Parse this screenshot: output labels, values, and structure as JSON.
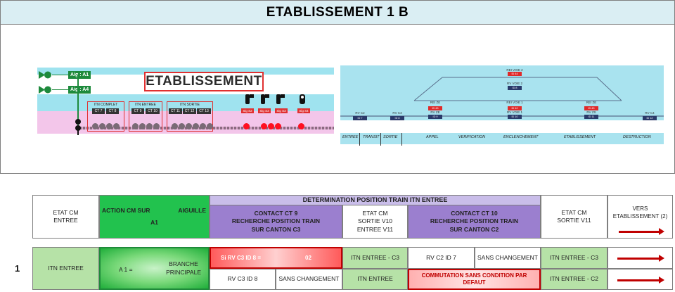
{
  "header": {
    "title": "ETABLISSEMENT  1 B"
  },
  "left_diagram": {
    "banner": "ETABLISSEMENT",
    "aiguilles": [
      "Aig : A1",
      "Aig : A4"
    ],
    "itn_groups": [
      {
        "label": "ITN COMPLET",
        "cantons": [
          "CT 7",
          "CT 8"
        ]
      },
      {
        "label": "ITN ENTREE",
        "cantons": [
          "CT 9",
          "CT 10"
        ]
      },
      {
        "label": "ITN SORTIE",
        "cantons": [
          "CT 11",
          "CT 12",
          "CT 13"
        ]
      }
    ],
    "signals": [
      "Sig S2",
      "Sig S3",
      "Sig S3",
      "Sig S4"
    ]
  },
  "right_diagram": {
    "top_labels": [
      {
        "name": "REI VOIE 2",
        "id": "ID 44",
        "type": "rei"
      },
      {
        "name": "RV VOIE 2",
        "id": "ID 8",
        "type": "rv"
      }
    ],
    "rei_labels": [
      {
        "name": "REI ZE",
        "id": "ID 43"
      },
      {
        "name": "REI VOIE 1",
        "id": "ID 42"
      },
      {
        "name": "REI ZE",
        "id": "ID 43"
      }
    ],
    "rv_labels": [
      {
        "name": "RV C2",
        "id": "ID 7"
      },
      {
        "name": "RV C3",
        "id": "ID 8"
      },
      {
        "name": "RV ZE",
        "id": "ID 9"
      },
      {
        "name": "RV VOIE 1",
        "id": "ID 10"
      },
      {
        "name": "RV ZS",
        "id": "ID 11"
      },
      {
        "name": "RV C4",
        "id": "ID 12"
      }
    ],
    "phases": [
      "ENTREE",
      "TRANSIT",
      "SORTIE",
      "APPEL",
      "VERIFICATION",
      "ENCLENCHEMENT",
      "ETABLISSEMENT",
      "DESTRUCTION"
    ]
  },
  "table_header": {
    "determination_title": "DETERMINATION POSITION TRAIN ITN ENTREE",
    "etat_cm_entree": "ETAT CM\nENTREE",
    "action_cm": "ACTION CM SUR",
    "aiguille": "AIGUILLE",
    "aiguille_id": "A1",
    "contact_ct9": "CONTACT CT 9\nRECHERCHE POSITION TRAIN\nSUR CANTON C3",
    "etat_cm_sortie1": "ETAT CM\nSORTIE V10\nENTREE V11",
    "contact_ct10": "CONTACT CT 10\nRECHERCHE POSITION TRAIN\nSUR CANTON C2",
    "etat_cm_sortie2": "ETAT CM\nSORTIE V11",
    "vers": "VERS\nETABLISSEMENT (2)"
  },
  "row1": {
    "number": "1",
    "etat_entree": "ITN ENTREE",
    "a1": "A 1 =",
    "branche": "BRANCHE\nPRINCIPALE",
    "si_rv": "Si RV C3  ID 8 =",
    "si_val": "02",
    "rv_c3_id8": "RV C3 ID 8",
    "sans_chg1": "SANS CHANGEMENT",
    "itn_c3_a": "ITN ENTREE - C3",
    "itn_entree_b": "ITN ENTREE",
    "rv_c2_id7": "RV C2 ID 7",
    "sans_chg2": "SANS CHANGEMENT",
    "commutation": "COMMUTATION SANS CONDITION PAR\nDEFAUT",
    "itn_c3_out": "ITN ENTREE - C3",
    "itn_c2_out": "ITN ENTREE - C2"
  }
}
